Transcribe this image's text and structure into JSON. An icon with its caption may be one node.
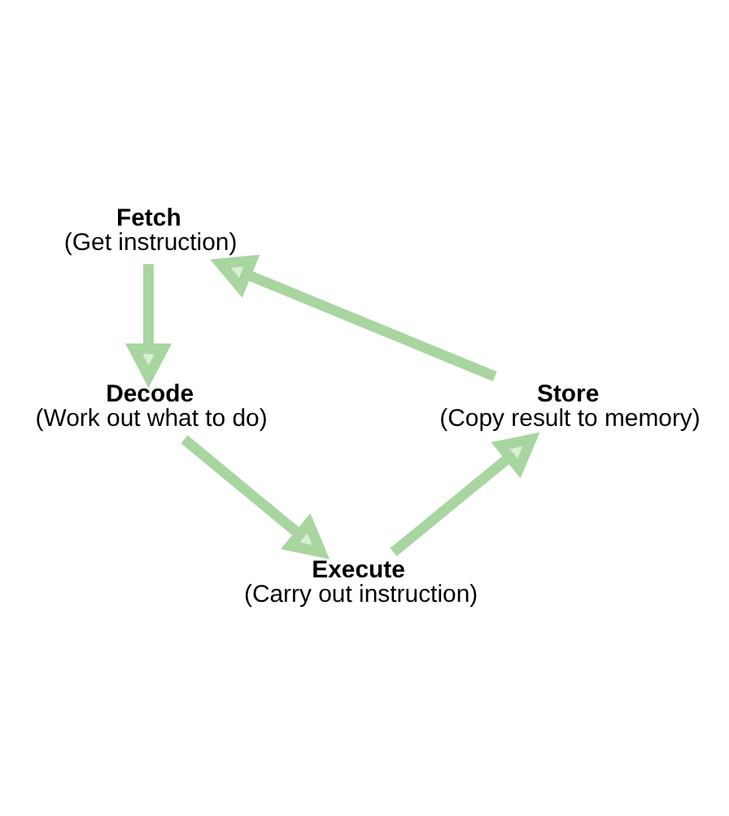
{
  "diagram": {
    "nodes": [
      {
        "text": [
          "Fetch",
          "(Get instruction)"
        ]
      },
      {
        "text": [
          "Decode",
          "(Work out what to do)"
        ]
      },
      {
        "text": [
          "Execute",
          "(Carry out instruction)"
        ]
      },
      {
        "text": [
          "Store",
          "(Copy result to memory)"
        ]
      }
    ],
    "edges": [
      {
        "from": 0,
        "to": 1,
        "arrow": "to"
      },
      {
        "from": 1,
        "to": 2,
        "arrow": "to"
      },
      {
        "from": 2,
        "to": 3,
        "arrow": "to"
      },
      {
        "from": 3,
        "to": 0,
        "arrow": "to"
      }
    ]
  }
}
